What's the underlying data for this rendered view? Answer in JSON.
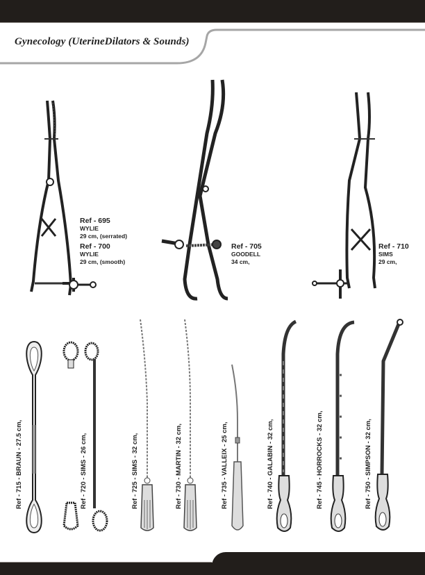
{
  "header": {
    "title": "Gynecology (UterineDilators & Sounds)"
  },
  "colors": {
    "band": "#221e1b",
    "rule": "#a6a6a6",
    "text": "#222222"
  },
  "top_row": [
    {
      "entries": [
        {
          "ref": "Ref - 695",
          "name": "WYLIE",
          "size": "29 cm, (serrated)"
        },
        {
          "ref": "Ref - 700",
          "name": "WYLIE",
          "size": "29 cm, (smooth)"
        }
      ],
      "icon": "wylie-dilator-icon"
    },
    {
      "entries": [
        {
          "ref": "Ref - 705",
          "name": "GOODELL",
          "size": "34 cm,"
        }
      ],
      "icon": "goodell-dilator-icon"
    },
    {
      "entries": [
        {
          "ref": "Ref - 710",
          "name": "SIMS",
          "size": "29 cm,"
        }
      ],
      "icon": "sims-dilator-icon"
    }
  ],
  "bottom_row": [
    {
      "label": "Ref - 715 - BRAUN - 27.5 cm,",
      "icon": "braun-double-ended-dilator-icon"
    },
    {
      "label": "Ref - 720 - SIMS - 26 cm,",
      "icon": "sims-double-ended-curette-icon"
    },
    {
      "label": "Ref - 725 - SIMS - 32 cm,",
      "icon": "sims-uterine-sound-icon"
    },
    {
      "label": "Ref - 730 - MARTIN - 32 cm,",
      "icon": "martin-uterine-sound-icon"
    },
    {
      "label": "Ref - 735 - VALLEIX - 25 cm,",
      "icon": "valleix-uterine-sound-icon"
    },
    {
      "label": "Ref - 740 - GALABIN - 32 cm,",
      "icon": "galabin-uterine-sound-icon"
    },
    {
      "label": "Ref - 745 - HORROCKS - 32 cm,",
      "icon": "horrocks-uterine-sound-icon"
    },
    {
      "label": "Ref - 750 - SIMPSON - 32 cm,",
      "icon": "simpson-uterine-sound-icon"
    }
  ]
}
